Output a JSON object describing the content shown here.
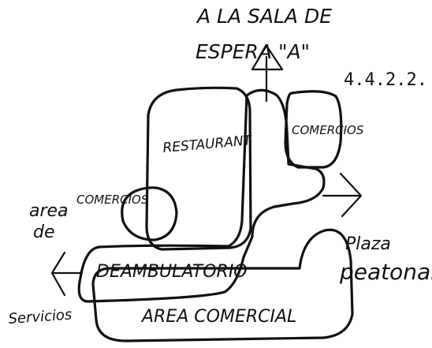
{
  "diagram": {
    "top_label_line1": "A LA SALA DE",
    "top_label_line2": "ESPERA \"A\"",
    "figure_number": "4.4.2.2.",
    "restaurant_label": "RESTAURANT",
    "commerce_right_label": "COMERCIOS",
    "commerce_left_label": "COMERCIOS",
    "area_left_line1": "area",
    "area_left_line2": "de",
    "area_left_line3": "Servicios",
    "plaza_line1": "Plaza",
    "plaza_line2": "peatonal",
    "corridor_label": "DEAMBULATORIO",
    "commercial_area_label": "AREA COMERCIAL"
  }
}
